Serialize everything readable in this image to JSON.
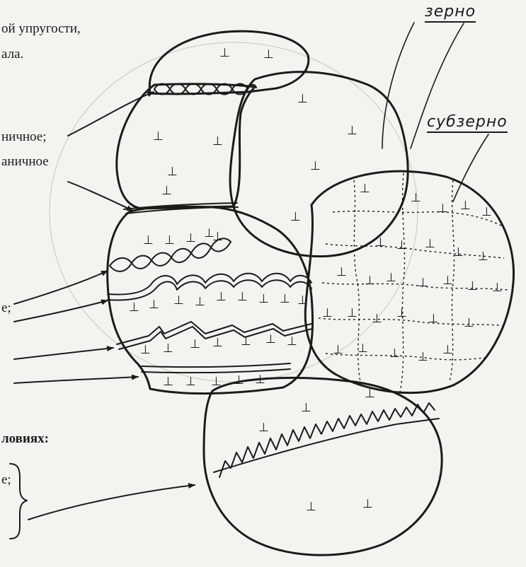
{
  "text_fragments": {
    "line1": "ой упругости,",
    "line2": "ала.",
    "line3": "ничное;",
    "line4": "аничное",
    "line5": "е;",
    "heading": "ловиях:",
    "line6": "е;"
  },
  "labels": {
    "grain": "зерно",
    "subgrain": "субзерно"
  },
  "dislocation_symbol": "⊥"
}
